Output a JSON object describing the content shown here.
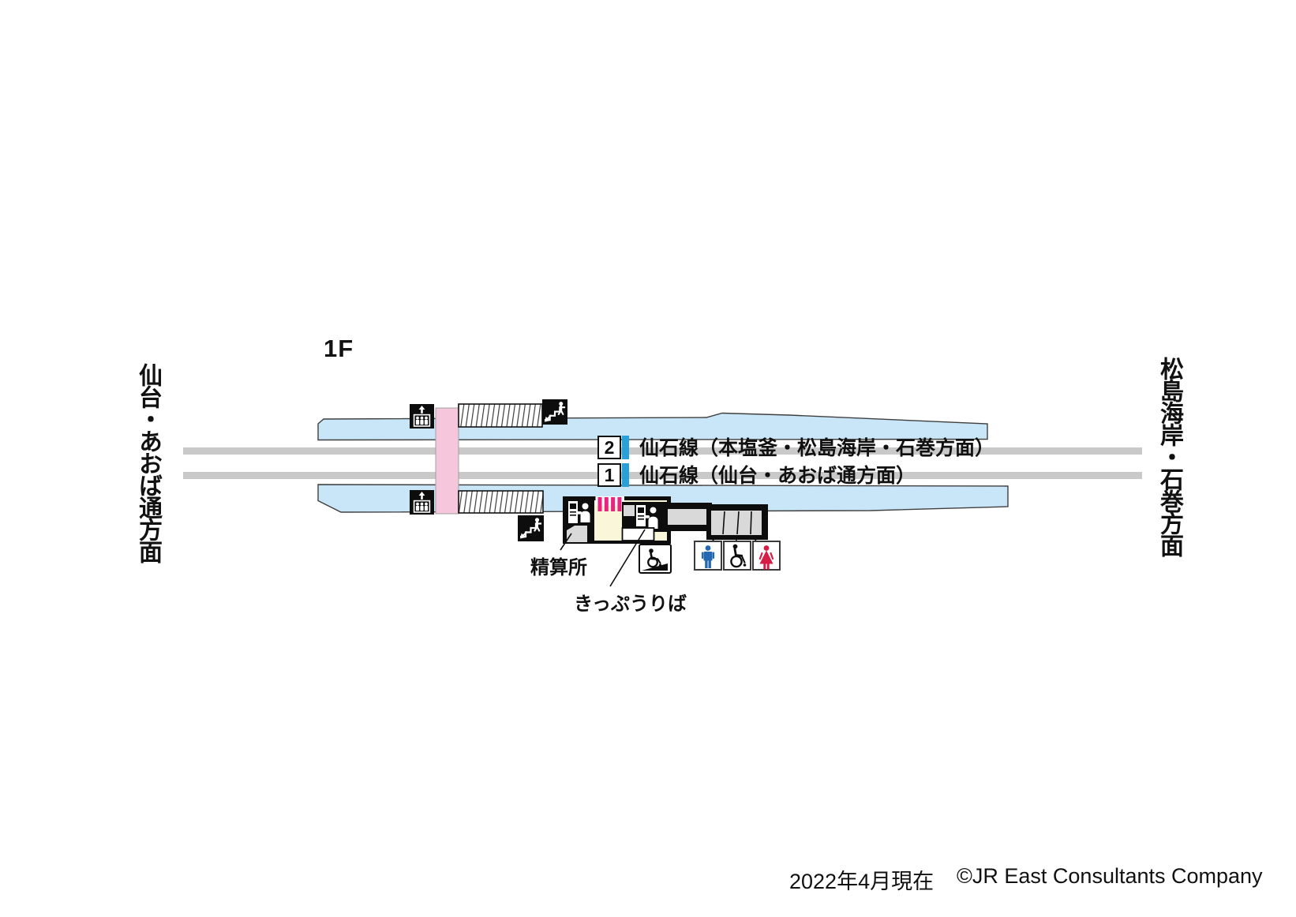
{
  "floor": {
    "label": "1F"
  },
  "directions": {
    "left": "仙台・あおば通方面",
    "right": "松島海岸・石巻方面"
  },
  "tracks": [
    {
      "number": "2",
      "line": "仙石線（本塩釜・松島海岸・石巻方面）"
    },
    {
      "number": "1",
      "line": "仙石線（仙台・あおば通方面）"
    }
  ],
  "facilities": {
    "fare_adjustment": "精算所",
    "ticket_office": "きっぷうりば"
  },
  "footer": {
    "as_of": "2022年4月現在",
    "copyright": "©JR East Consultants Company"
  },
  "icons": {
    "elevator": "elevator-icon",
    "stairs": "stairs-icon",
    "wheelchair_ramp": "wheelchair-ramp-icon",
    "toilet_male": "male-toilet-icon",
    "toilet_accessible": "accessible-toilet-icon",
    "toilet_female": "female-toilet-icon"
  },
  "colors": {
    "platform_blue": "#c9e6f8",
    "overpass_pink": "#f6c7dc",
    "track_gray": "#c9c9c9",
    "line_accent_blue": "#29a0d8",
    "ticket_gate_pink": "#e8247e",
    "room_cream": "#faf6da",
    "male_blue": "#2368b0",
    "female_red": "#d41e46"
  }
}
